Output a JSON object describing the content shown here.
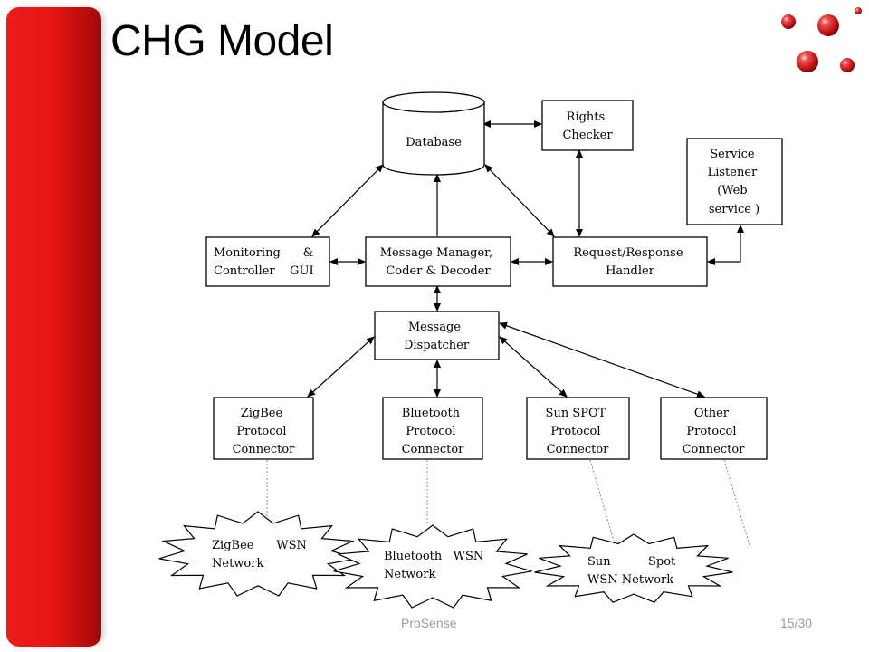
{
  "slide": {
    "title": "CHG Model",
    "footer": "ProSense",
    "page_number": "15/30"
  },
  "diagram": {
    "database": [
      "Database"
    ],
    "rights_checker": [
      "Rights",
      "Checker"
    ],
    "service_listener": [
      "Service",
      "Listener",
      "(Web",
      "service )"
    ],
    "monitoring_gui": [
      "Monitoring      &",
      "Controller    GUI"
    ],
    "message_manager": [
      "Message Manager,",
      "Coder & Decoder"
    ],
    "request_handler": [
      "Request/Response",
      "Handler"
    ],
    "message_dispatcher": [
      "Message",
      "Dispatcher"
    ],
    "zigbee_connector": [
      "ZigBee",
      "Protocol",
      "Connector"
    ],
    "bluetooth_connector": [
      "Bluetooth",
      "Protocol",
      "Connector"
    ],
    "sunspot_connector": [
      "Sun SPOT",
      "Protocol",
      "Connector"
    ],
    "other_connector": [
      "Other",
      "Protocol",
      "Connector"
    ],
    "zigbee_network": [
      "ZigBee      WSN",
      "Network"
    ],
    "bluetooth_network": [
      "Bluetooth   WSN",
      "Network"
    ],
    "sunspot_network": [
      "Sun          Spot",
      "WSN Network"
    ]
  }
}
